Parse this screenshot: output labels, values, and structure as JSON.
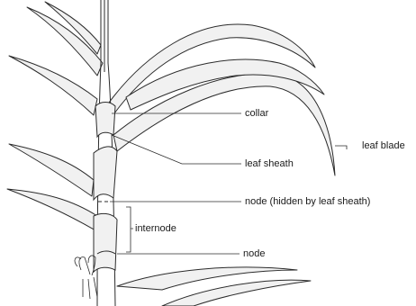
{
  "diagram": {
    "labels": {
      "collar": "collar",
      "leaf_sheath": "leaf sheath",
      "node_hidden": "node (hidden by leaf sheath)",
      "internode": "internode",
      "node": "node",
      "leaf_blade": "leaf blade"
    },
    "colors": {
      "ink": "#2b2b2b",
      "leaf_fill": "#f1f1f1",
      "background": "#ffffff"
    }
  }
}
